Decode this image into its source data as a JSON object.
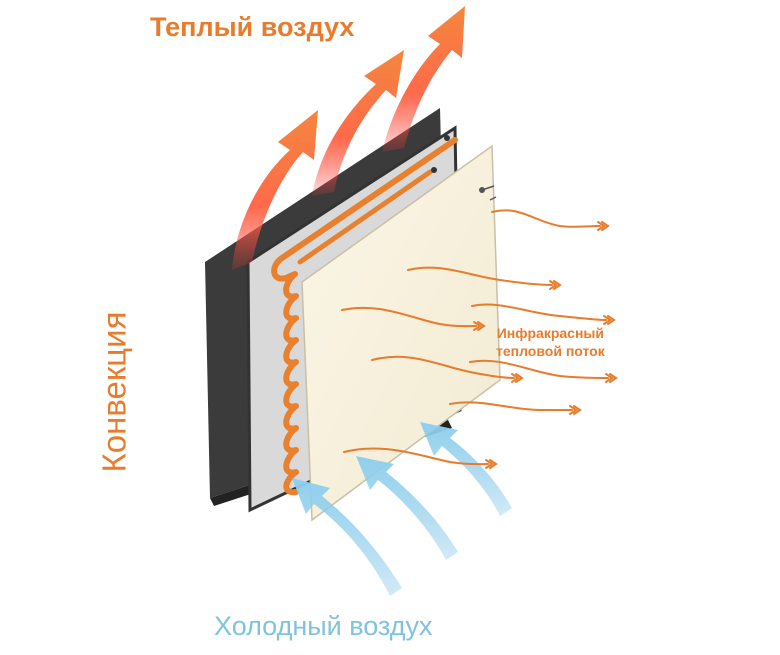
{
  "labels": {
    "warm_air": "Теплый воздух",
    "cold_air": "Холодный воздух",
    "convection": "Конвекция",
    "infrared_line1": "Инфракрасный",
    "infrared_line2": "тепловой поток"
  },
  "colors": {
    "orange": "#e87b2c",
    "warm_arrow_top": "#f07a3a",
    "warm_arrow_bottom": "#ff4a4a",
    "cold_arrow": "#8ac8e6",
    "cold_text": "#7fc3dd",
    "dark_panel": "#3a3a3a",
    "mid_panel": "#d8d8d8",
    "front_panel": "#f6f0df"
  }
}
